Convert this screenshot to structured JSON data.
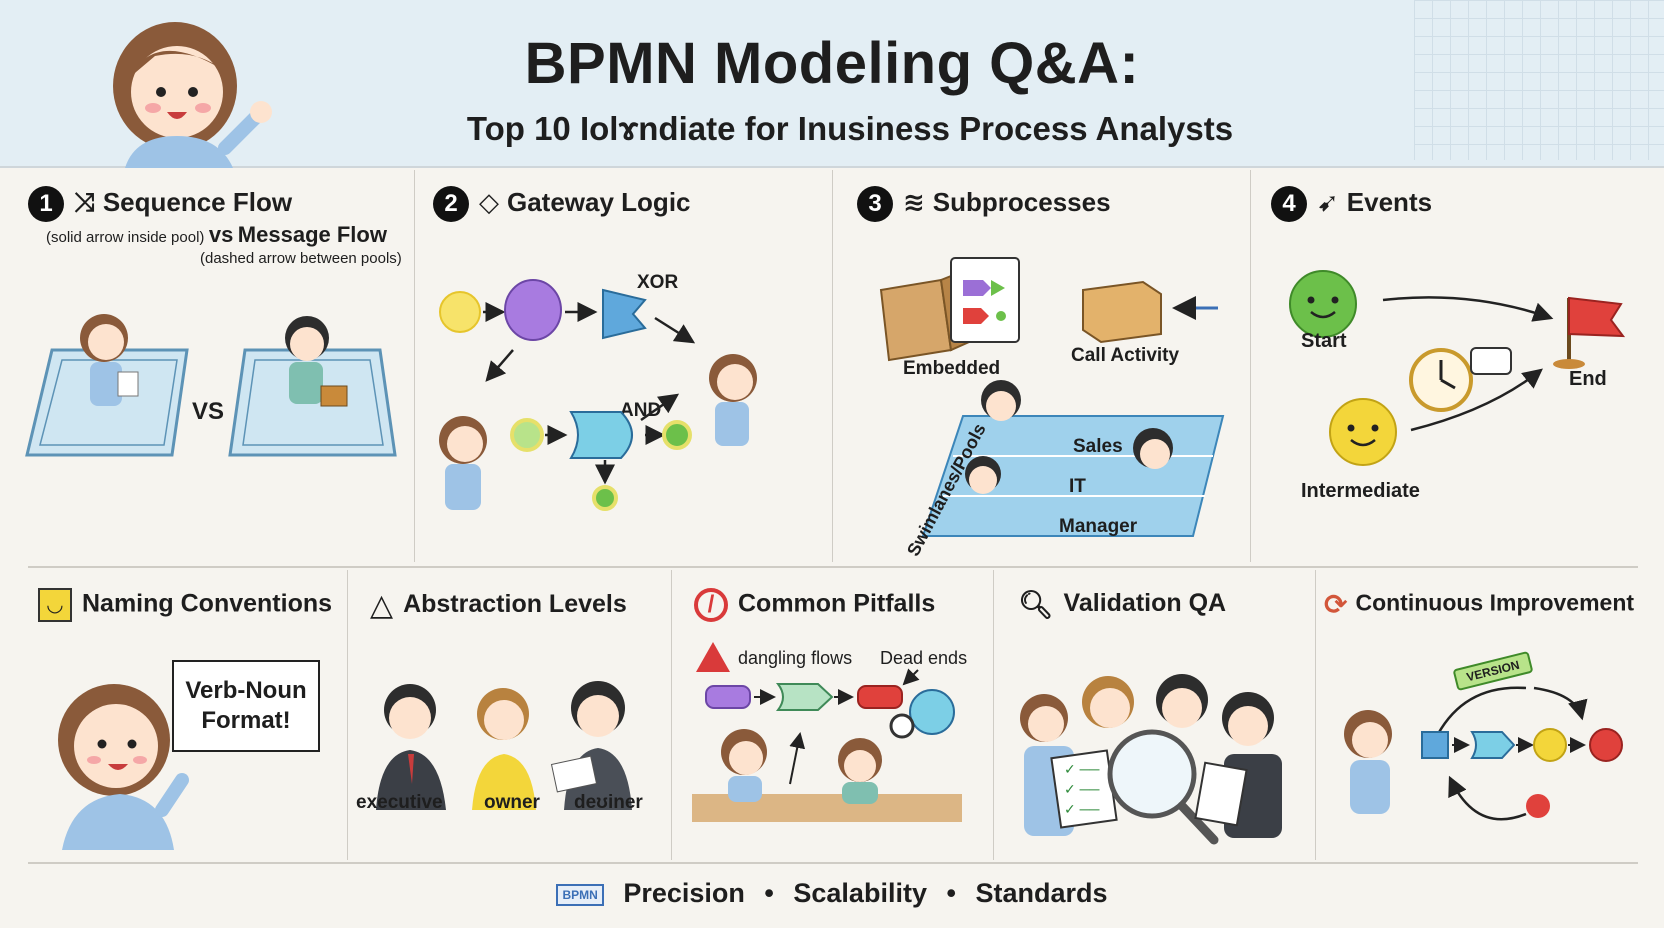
{
  "header": {
    "title": "BPMN Modeling Q&A:",
    "subtitle": "Top 10 Iolɤndiate for Inusiness Process Analysts"
  },
  "panels": {
    "p1": {
      "number": "1",
      "title": "Sequence Flow",
      "note_a": "(solid arrow inside pool)",
      "vs_text": "vs",
      "title_b": "Message Flow",
      "note_b": "(dashed arrow between pools)",
      "vs_label": "VS"
    },
    "p2": {
      "number": "2",
      "title": "Gateway Logic",
      "xor": "XOR",
      "and": "AND"
    },
    "p3": {
      "number": "3",
      "title": "Subprocesses",
      "embedded": "Embedded",
      "call_activity": "Call Activity",
      "swimlanes": "Swimlanes/Pools",
      "lanes": [
        "Sales",
        "IT",
        "Manager"
      ]
    },
    "p4": {
      "number": "4",
      "title": "Events",
      "start": "Start",
      "end": "End",
      "intermediate": "Intermediate"
    },
    "p5": {
      "title": "Naming Conventions",
      "sign_line1": "Verb-Noun",
      "sign_line2": "Format!"
    },
    "p6": {
      "title": "Abstraction Levels",
      "roles": [
        "executive",
        "owner",
        "deʊiner"
      ]
    },
    "p7": {
      "title": "Common Pitfalls",
      "dangling": "dangling flows",
      "dead_ends": "Dead ends"
    },
    "p8": {
      "title": "Validation QA"
    },
    "p9": {
      "title": "Continuous Improvement",
      "tag": "VERSION"
    }
  },
  "footer": {
    "logo": "BPMN",
    "items": [
      "Precision",
      "Scalability",
      "Standards"
    ],
    "separator": "•"
  },
  "colors": {
    "header_bg": "#e3eef4",
    "page_bg": "#f6f4ef",
    "start_event": "#6cc04a",
    "intermediate_event": "#f3d63a",
    "end_flag": "#e0413c",
    "gateway_blue": "#5fa8dc",
    "task_purple": "#9b6fd6"
  }
}
